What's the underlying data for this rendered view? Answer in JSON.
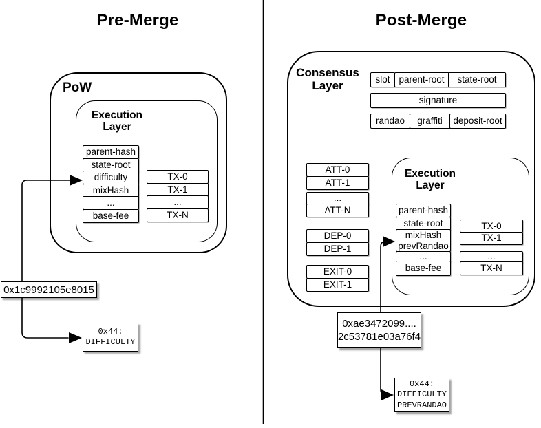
{
  "colors": {
    "stroke": "#000000",
    "background": "#ffffff",
    "shadow_gray": "#a6a6a6"
  },
  "pre_merge": {
    "title": "Pre-Merge",
    "pow_label": "PoW",
    "execution_layer": {
      "title": "Execution Layer",
      "header_fields": [
        "parent-hash",
        "state-root",
        "difficulty",
        "mixHash",
        "...",
        "base-fee"
      ],
      "transactions": [
        "TX-0",
        "TX-1",
        "...",
        "TX-N"
      ]
    },
    "difficulty_value": "0x1c9992105e8015",
    "storage_slot": {
      "address_line": "0x44:",
      "slot_name": "DIFFICULTY"
    }
  },
  "post_merge": {
    "title": "Post-Merge",
    "consensus_layer": {
      "title": "Consensus Layer",
      "header_row1": [
        "slot",
        "parent-root",
        "state-root"
      ],
      "signature": "signature",
      "header_row2": [
        "randao",
        "graffiti",
        "deposit-root"
      ],
      "attestations": [
        "ATT-0",
        "ATT-1",
        "...",
        "ATT-N"
      ],
      "deposits": [
        "DEP-0",
        "DEP-1"
      ],
      "exits": [
        "EXIT-0",
        "EXIT-1"
      ]
    },
    "execution_layer": {
      "title": "Execution Layer",
      "fields_top": [
        "parent-hash",
        "state-root"
      ],
      "field_replaced": {
        "removed": "mixHash",
        "added": "prevRandao"
      },
      "fields_bottom": [
        "...",
        "base-fee"
      ],
      "transactions": [
        "TX-0",
        "TX-1",
        "...",
        "TX-N"
      ]
    },
    "randao_value_line1": "0xae3472099....",
    "randao_value_line2": "2c53781e03a76f4",
    "storage_slot": {
      "address_line": "0x44:",
      "removed_name": "DIFFICULTY",
      "slot_name": "PREVRANDAO"
    }
  }
}
